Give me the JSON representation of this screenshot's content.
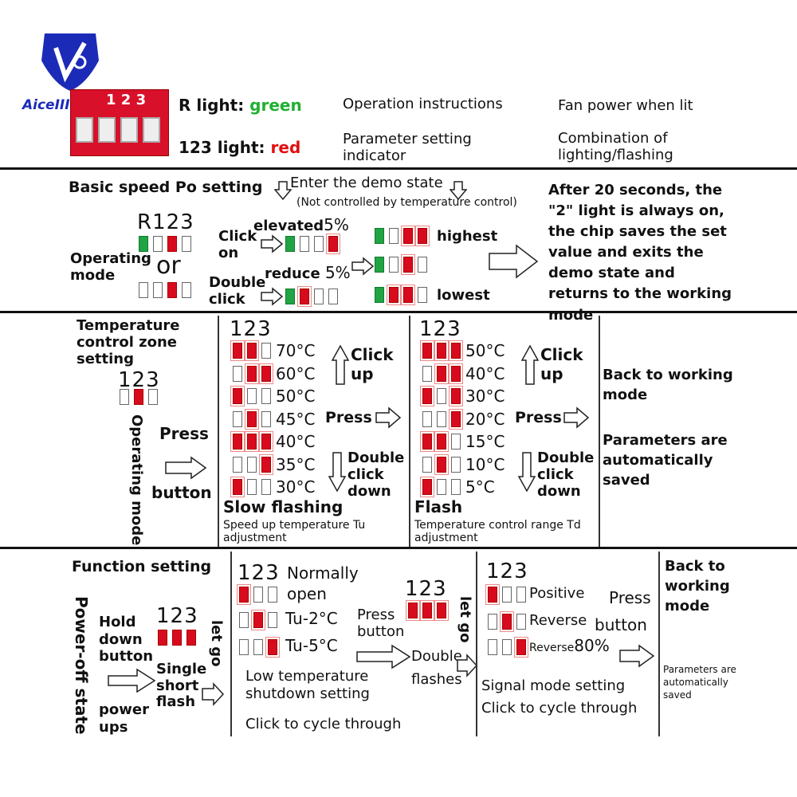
{
  "brand": {
    "logo_text": "AiceIIIO",
    "board_digits": "1 2 3"
  },
  "header": {
    "r_light_label": "R light:",
    "r_light_color": "green",
    "light123_label": "123 light:",
    "light123_color": "red",
    "op_instructions": "Operation instructions",
    "param_indicator": "Parameter setting indicator",
    "fan_power": "Fan power when lit",
    "combination": "Combination of lighting/flashing"
  },
  "section1": {
    "title": "Basic speed Po setting",
    "demo_state": "Enter the demo state",
    "not_controlled": "(Not controlled by temperature control)",
    "leds_label": "R123",
    "or": "or",
    "operating_mode": "Operating mode",
    "click_on": "Click on",
    "elevated": "elevated",
    "elevated_pct": "5%",
    "double_click": "Double click",
    "reduce": "reduce",
    "reduce_pct": "5%",
    "highest": "highest",
    "lowest": "lowest",
    "after_text": "After 20 seconds, the \"2\" light is always on, the chip saves the set value and exits the demo state and returns to the working mode"
  },
  "section2": {
    "title": "Temperature control zone setting",
    "leds_label": "123",
    "operating_mode": "Operating mode",
    "press": "Press",
    "button": "button",
    "col1": {
      "header": "123",
      "temps": [
        "70°C",
        "60°C",
        "50°C",
        "45°C",
        "40°C",
        "35°C",
        "30°C"
      ],
      "click_up": "Click up",
      "press": "Press",
      "double_click_down": "Double click down",
      "mode": "Slow flashing",
      "desc": "Speed up temperature Tu adjustment"
    },
    "col2": {
      "header": "123",
      "temps": [
        "50°C",
        "40°C",
        "30°C",
        "20°C",
        "15°C",
        "10°C",
        "5°C"
      ],
      "click_up": "Click up",
      "press": "Press",
      "double_click_down": "Double click down",
      "mode": "Flash",
      "desc": "Temperature control range Td adjustment"
    },
    "back": "Back to working mode",
    "saved": "Parameters are automatically saved"
  },
  "section3": {
    "title": "Function setting",
    "power_off": "Power-off state",
    "hold_down": "Hold down button",
    "power_ups": "power ups",
    "leds_label": "123",
    "single_short": "Single short flash",
    "let_go": "let go",
    "lt_header": "123",
    "normally_open": "Normally open",
    "tu2": "Tu-2°C",
    "tu5": "Tu-5°C",
    "press_button": "Press button",
    "double_flashes": "Double flashes",
    "lt_title": "Low temperature shutdown setting",
    "click_cycle": "Click to cycle through",
    "let_go2": "let go",
    "sig_header": "123",
    "positive": "Positive",
    "reverse": "Reverse",
    "reverse80": "Reverse",
    "reverse80_pct": "80%",
    "press": "Press",
    "button": "button",
    "sig_title": "Signal mode setting",
    "sig_cycle": "Click to cycle through",
    "back": "Back to working mode",
    "saved": "Parameters are automatically saved"
  }
}
